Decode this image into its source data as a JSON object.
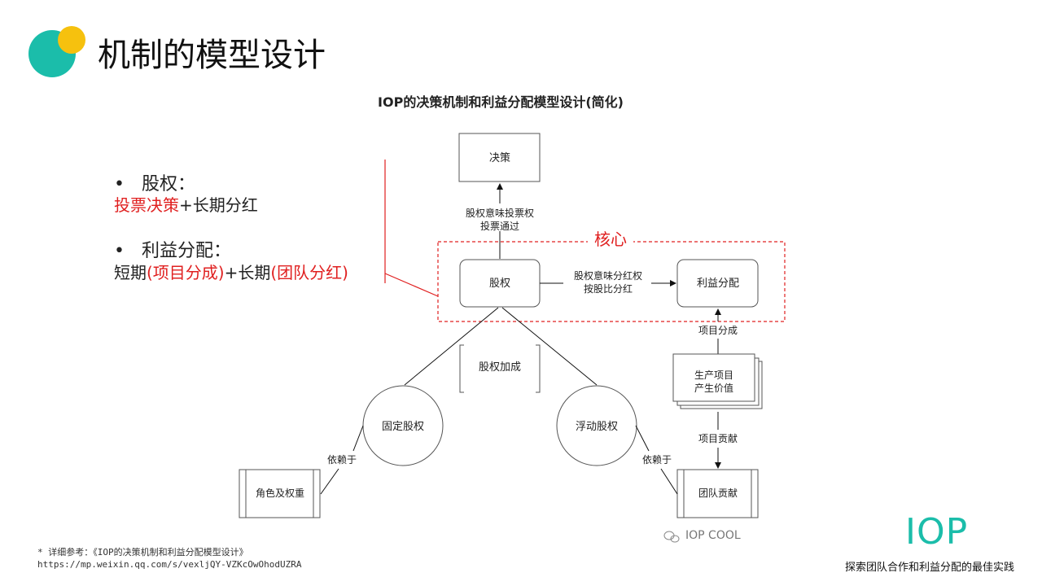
{
  "header": {
    "title": "机制的模型设计"
  },
  "diagram": {
    "title": "IOP的决策机制和利益分配模型设计(简化)",
    "core_label": "核心",
    "nodes": {
      "decision": "决策",
      "equity": "股权",
      "benefit": "利益分配",
      "production": [
        "生产项目",
        "产生价值"
      ],
      "fixed_equity": "固定股权",
      "floating_equity": "浮动股权",
      "role_weight": "角色及权重",
      "team_contribution": "团队贡献",
      "equity_add": "股权加成"
    },
    "edges": {
      "equity_to_decision": [
        "股权意味投票权",
        "投票通过"
      ],
      "equity_to_benefit": [
        "股权意味分红权",
        "按股比分红"
      ],
      "project_share": "项目分成",
      "project_contribution": "项目贡献",
      "fixed_depends": "依赖于",
      "floating_depends": "依赖于"
    }
  },
  "bullets": [
    {
      "title": "股权：",
      "line_parts": [
        {
          "text": "投票决策",
          "red": true
        },
        {
          "text": "+长期分红",
          "red": false
        }
      ]
    },
    {
      "title": "利益分配：",
      "line_parts": [
        {
          "text": "短期",
          "red": false
        },
        {
          "text": "(项目分成)",
          "red": true
        },
        {
          "text": "+长期",
          "red": false
        },
        {
          "text": "(团队分红)",
          "red": true
        }
      ]
    }
  ],
  "footer": {
    "ref_title": "* 详细参考：《IOP的决策机制和利益分配模型设计》",
    "ref_url": "https://mp.weixin.qq.com/s/vexljQY-VZKcOwOhodUZRA",
    "watermark": "IOP COOL",
    "logo": "IOP",
    "slogan": "探索团队合作和利益分配的最佳实践"
  },
  "colors": {
    "accent_teal": "#1bbdaa",
    "accent_yellow": "#f6c10e",
    "highlight_red": "#e02020"
  }
}
